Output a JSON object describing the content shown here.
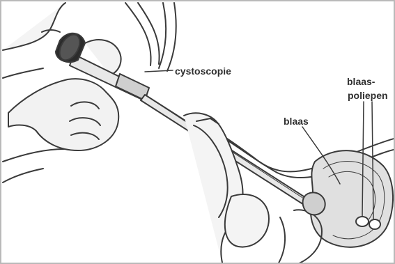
{
  "labels": {
    "cystoscope": "cystoscopie",
    "bladder": "blaas",
    "polyps_line1": "blaas-",
    "polyps_line2": "poliepen"
  },
  "colors": {
    "line": "#3a3a3a",
    "fill_light": "#e8e8e8",
    "fill_mid": "#cfcfcf",
    "fill_dark": "#9a9a9a",
    "eyepiece": "#2b2b2b",
    "frame": "#b9b9b9"
  }
}
